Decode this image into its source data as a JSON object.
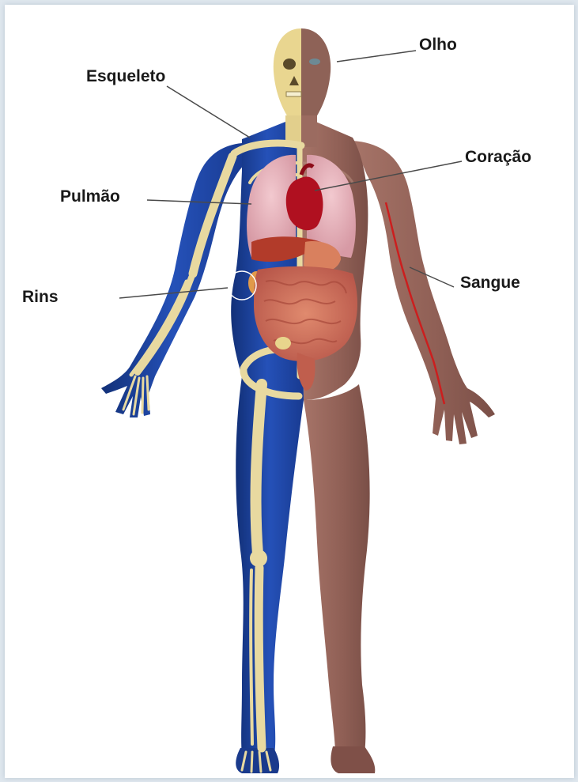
{
  "labels": {
    "olho": "Olho",
    "esqueleto": "Esqueleto",
    "coracao": "Coração",
    "pulmao": "Pulmão",
    "rins": "Rins",
    "sangue": "Sangue"
  },
  "colors": {
    "skin_muscle": "#9c6a5e",
    "blue_body": "#1d3f9a",
    "bone": "#e8d9a0",
    "lungs": "#e8b7bf",
    "heart": "#b01020",
    "intestine": "#d0705a",
    "blood_vessel": "#cc1e1e"
  },
  "icons": {
    "figure": "human-anatomy-illustration"
  }
}
